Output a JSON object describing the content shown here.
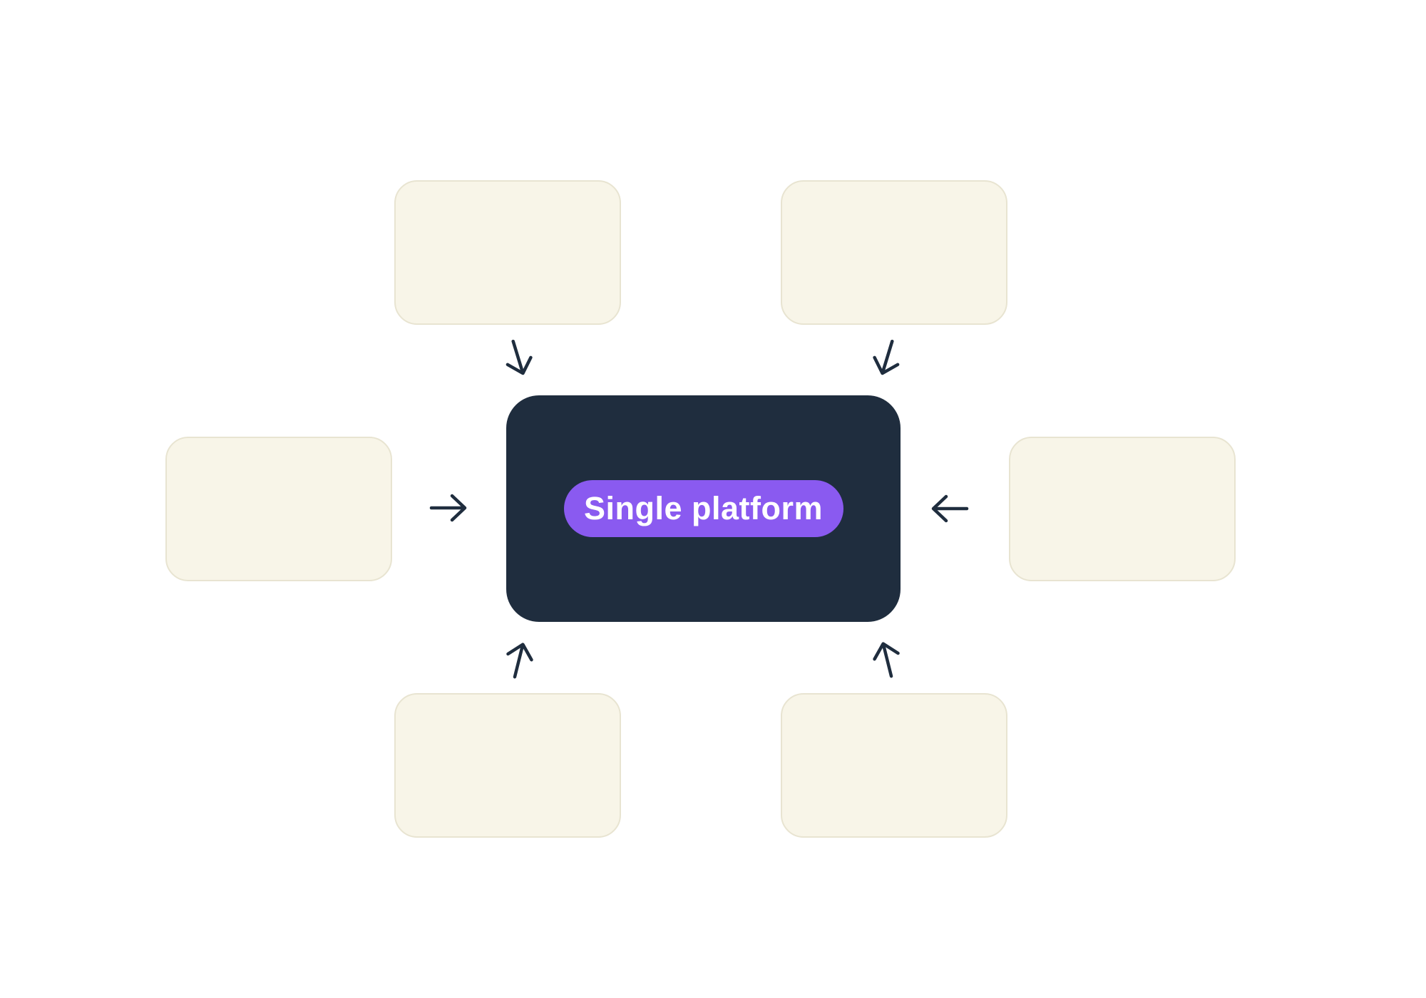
{
  "diagram": {
    "center_box": {
      "label": "Single platform"
    },
    "satellites": [
      {
        "id": "top-left"
      },
      {
        "id": "top-right"
      },
      {
        "id": "middle-left"
      },
      {
        "id": "middle-right"
      },
      {
        "id": "bottom-left"
      },
      {
        "id": "bottom-right"
      }
    ],
    "arrows": [
      {
        "id": "from-top-left",
        "direction": "down toward center"
      },
      {
        "id": "from-top-right",
        "direction": "down toward center"
      },
      {
        "id": "from-middle-left",
        "direction": "right toward center"
      },
      {
        "id": "from-middle-right",
        "direction": "left toward center"
      },
      {
        "id": "from-bottom-left",
        "direction": "up toward center"
      },
      {
        "id": "from-bottom-right",
        "direction": "up toward center"
      }
    ],
    "colors": {
      "page_bg": "#ffffff",
      "center_box_bg": "#1f2d3e",
      "pill_bg": "#8a5af0",
      "pill_text": "#ffffff",
      "satellite_fill": "#f8f5e8",
      "satellite_border": "#e8e4d1",
      "arrow_stroke": "#1f2d3e"
    }
  }
}
